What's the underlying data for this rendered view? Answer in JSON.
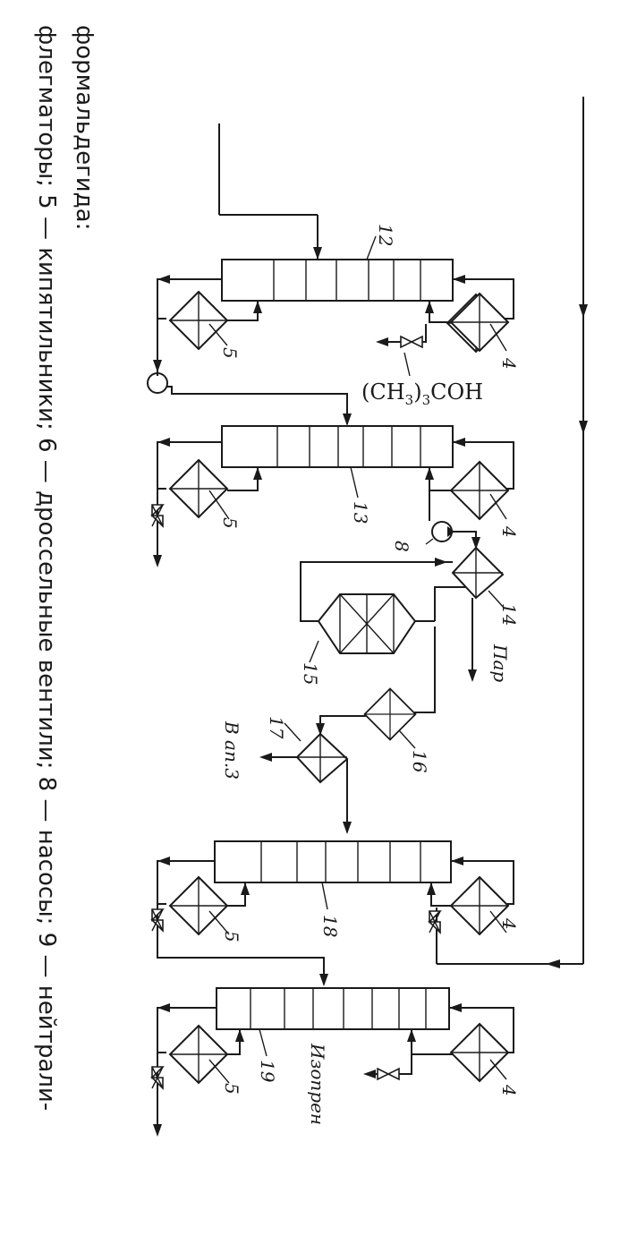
{
  "caption": {
    "line1": "формальдегида:",
    "line2": "флегматоры;  5 — кипятильники;  6 — дроссельные  вентили;  8 — насосы;  9 — нейтрали-"
  },
  "labels": {
    "tert_butanol": "(CH3)3COH",
    "tert_butanol_parts": {
      "a": "(CH",
      "b": "3",
      "c": ")",
      "d": "3",
      "e": "COH"
    },
    "steam": "Пар",
    "to_unit3": "В ап.3",
    "isoprene": "Изопрен"
  },
  "numbers": {
    "col12": "12",
    "col13": "13",
    "col18": "18",
    "col19": "19",
    "n4": "4",
    "n5": "5",
    "n8": "8",
    "n14": "14",
    "n15": "15",
    "n16": "16",
    "n17": "17"
  },
  "colors": {
    "ink": "#1a1a1a",
    "paper": "#ffffff"
  }
}
